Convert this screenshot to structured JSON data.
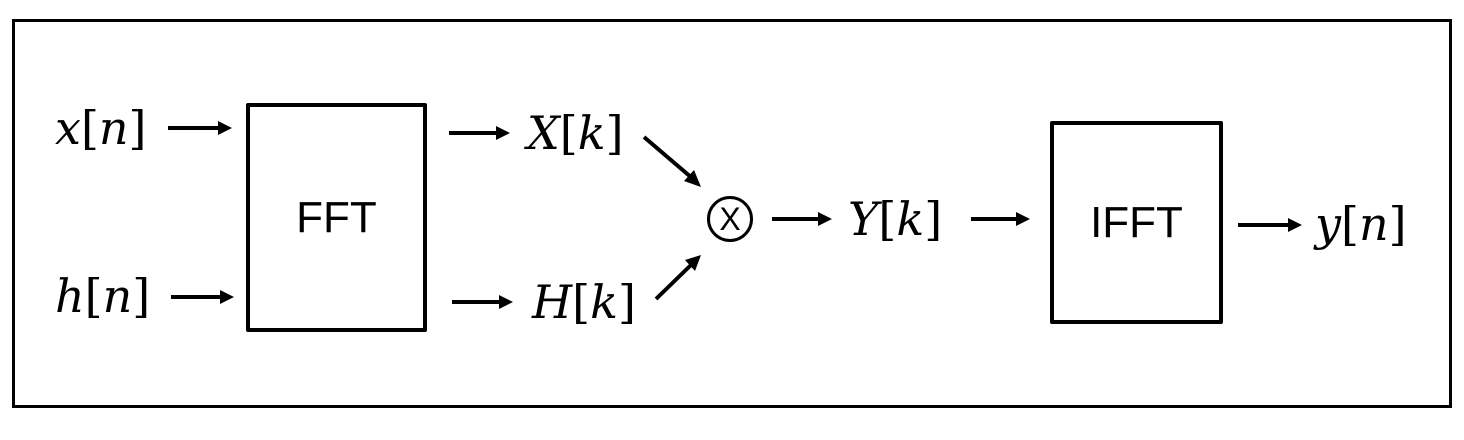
{
  "diagram": {
    "type": "block-diagram",
    "title": "",
    "inputs": [
      {
        "id": "x_n",
        "var": "x",
        "index": "n"
      },
      {
        "id": "h_n",
        "var": "h",
        "index": "n"
      }
    ],
    "blocks": [
      {
        "id": "fft",
        "label": "FFT"
      },
      {
        "id": "ifft",
        "label": "IFFT"
      }
    ],
    "intermediates": [
      {
        "id": "X_k",
        "var": "X",
        "index": "k"
      },
      {
        "id": "H_k",
        "var": "H",
        "index": "k"
      },
      {
        "id": "Y_k",
        "var": "Y",
        "index": "k"
      }
    ],
    "operator": {
      "id": "multiply",
      "symbol": "X"
    },
    "output": {
      "id": "y_n",
      "var": "y",
      "index": "n"
    },
    "edges": [
      [
        "x[n]",
        "FFT"
      ],
      [
        "h[n]",
        "FFT"
      ],
      [
        "FFT",
        "X[k]"
      ],
      [
        "FFT",
        "H[k]"
      ],
      [
        "X[k]",
        "multiply"
      ],
      [
        "H[k]",
        "multiply"
      ],
      [
        "multiply",
        "Y[k]"
      ],
      [
        "Y[k]",
        "IFFT"
      ],
      [
        "IFFT",
        "y[n]"
      ]
    ],
    "colors": {
      "stroke": "#000000",
      "background": "#ffffff"
    }
  }
}
